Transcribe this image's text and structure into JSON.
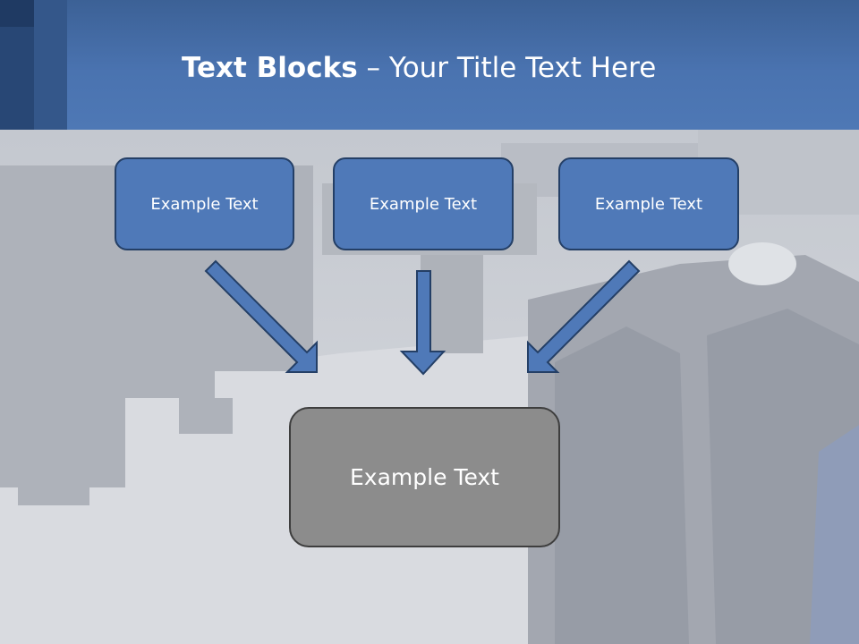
{
  "slide": {
    "title_bold": "Text Blocks",
    "title_dash": " – ",
    "title_rest": "Your Title Text Here"
  },
  "blocks": [
    {
      "label": "Example Text"
    },
    {
      "label": "Example Text"
    },
    {
      "label": "Example Text"
    }
  ],
  "target": {
    "label": "Example Text"
  },
  "colors": {
    "header": "#4a73b0",
    "block_fill": "#4f79b8",
    "block_border": "#243f66",
    "target_fill": "#8c8c8c",
    "arrow_fill": "#4f79b8",
    "arrow_stroke": "#243f66"
  }
}
